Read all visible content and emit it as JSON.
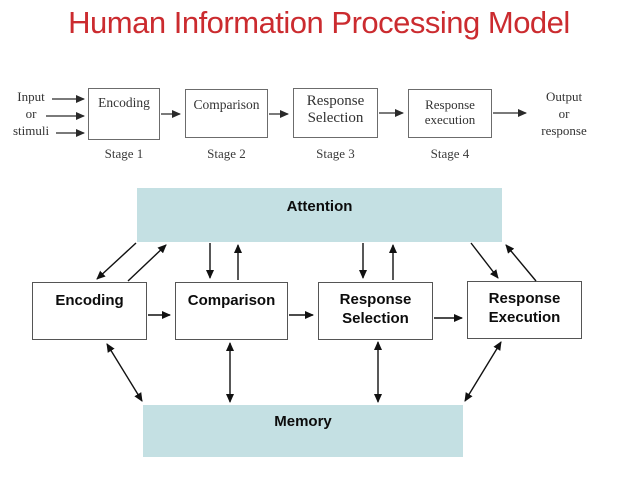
{
  "title": {
    "text": "Human Information Processing Model",
    "color": "#cb2b2f"
  },
  "top_flow": {
    "input_label": "Input\nor\nstimuli",
    "output_label": "Output\nor\nresponse",
    "boxes": [
      {
        "label": "Encoding"
      },
      {
        "label": "Comparison"
      },
      {
        "label": "Response\nSelection"
      },
      {
        "label": "Response\nexecution"
      }
    ],
    "stages": [
      "Stage 1",
      "Stage 2",
      "Stage 3",
      "Stage 4"
    ]
  },
  "process_diagram": {
    "attention_label": "Attention",
    "memory_label": "Memory",
    "bar_color": "#c4e0e3",
    "boxes": [
      {
        "label": "Encoding"
      },
      {
        "label": "Comparison"
      },
      {
        "label": "Response\nSelection"
      },
      {
        "label": "Response\nExecution"
      }
    ]
  }
}
